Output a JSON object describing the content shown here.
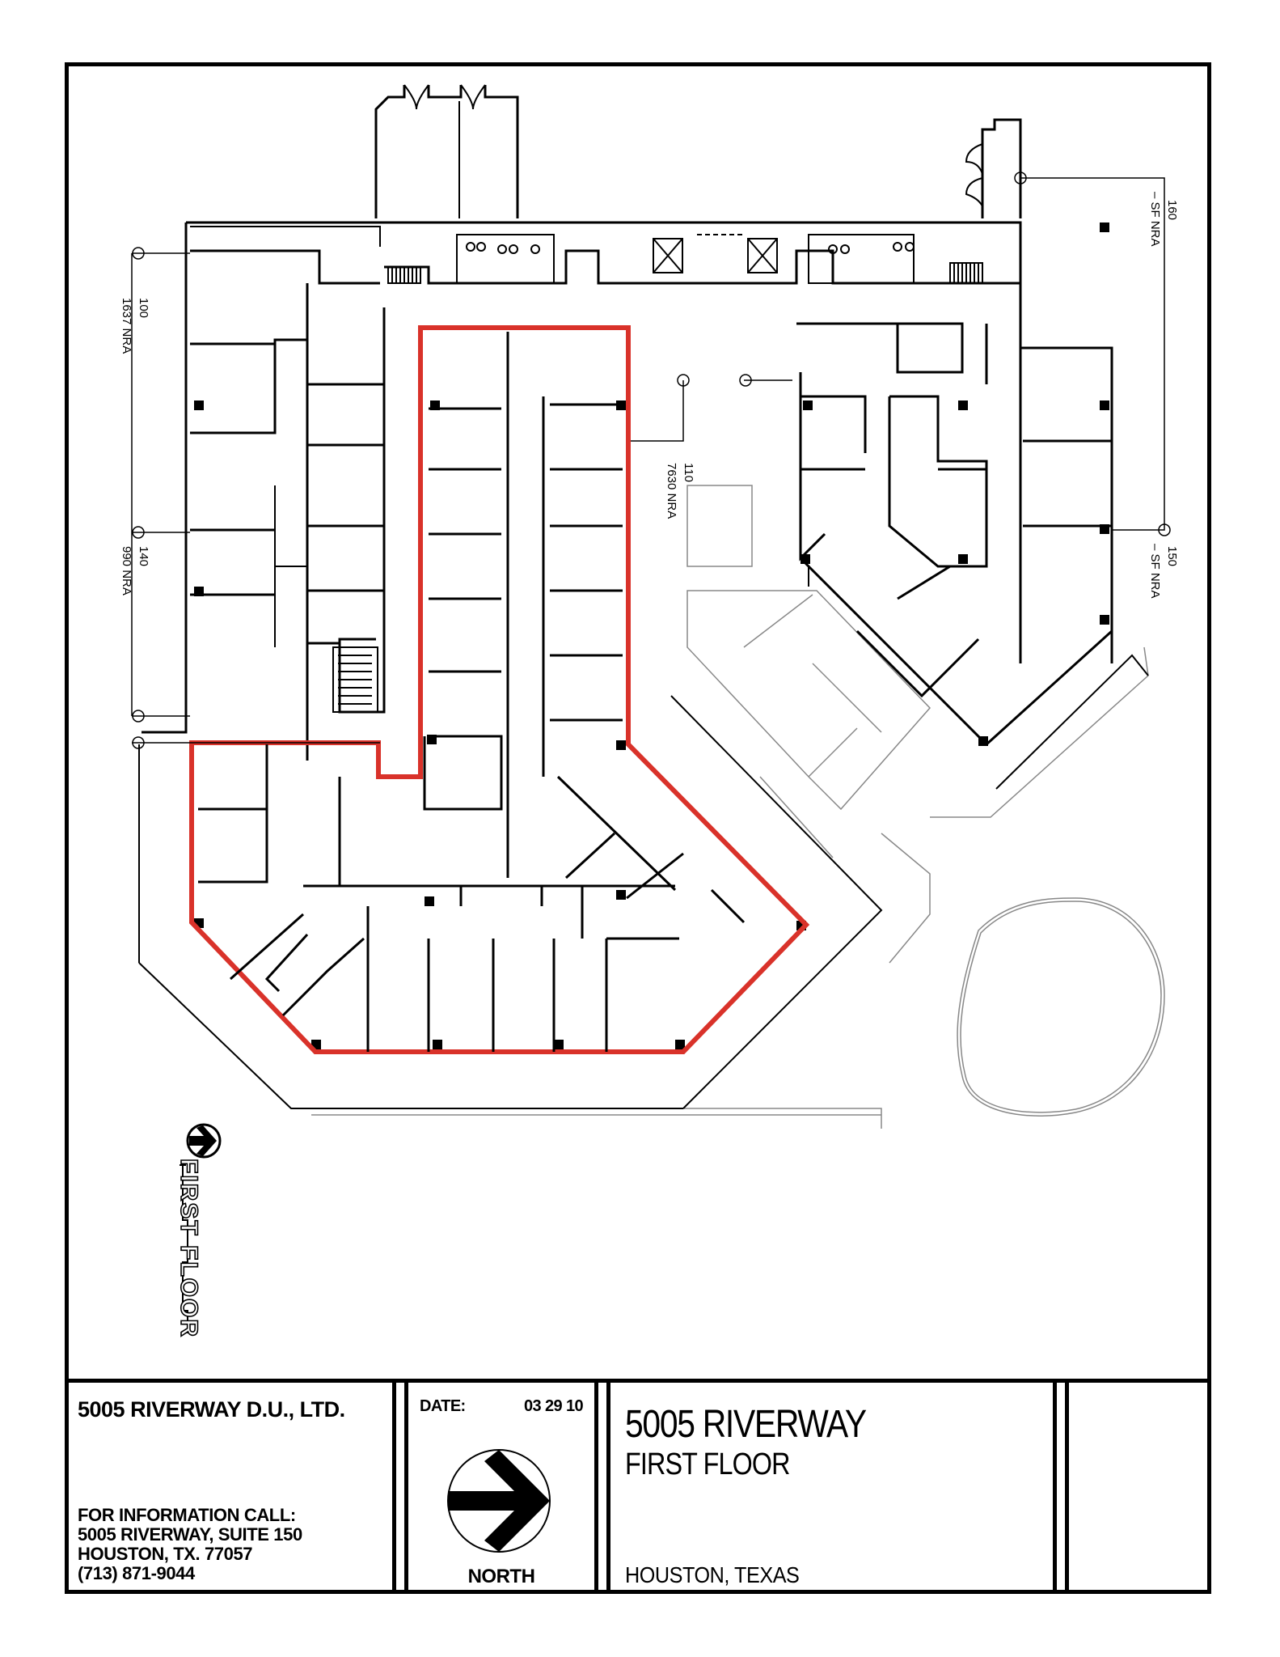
{
  "drawing": {
    "title": "5005 RIVERWAY",
    "subtitle": "FIRST FLOOR",
    "location": "HOUSTON, TEXAS",
    "plan_label": "FIRST FLOOR",
    "highlight_color": "#d9322a"
  },
  "owner": {
    "name": "5005 RIVERWAY D.U., LTD.",
    "info_lines": [
      "FOR INFORMATION CALL:",
      "5005 RIVERWAY,  SUITE 150",
      "HOUSTON, TX.  77057",
      "(713) 871-9044"
    ]
  },
  "date_block": {
    "label": "DATE:",
    "value": "03 29 10",
    "north_label": "NORTH",
    "north_icon": "north-arrow-icon"
  },
  "suites": [
    {
      "suite": "100",
      "area": "1637  NRA"
    },
    {
      "suite": "140",
      "area": "990  NRA"
    },
    {
      "suite": "110",
      "area": "7630  NRA"
    },
    {
      "suite": "160",
      "area": "–  SF  NRA"
    },
    {
      "suite": "150",
      "area": "–  SF  NRA"
    }
  ]
}
